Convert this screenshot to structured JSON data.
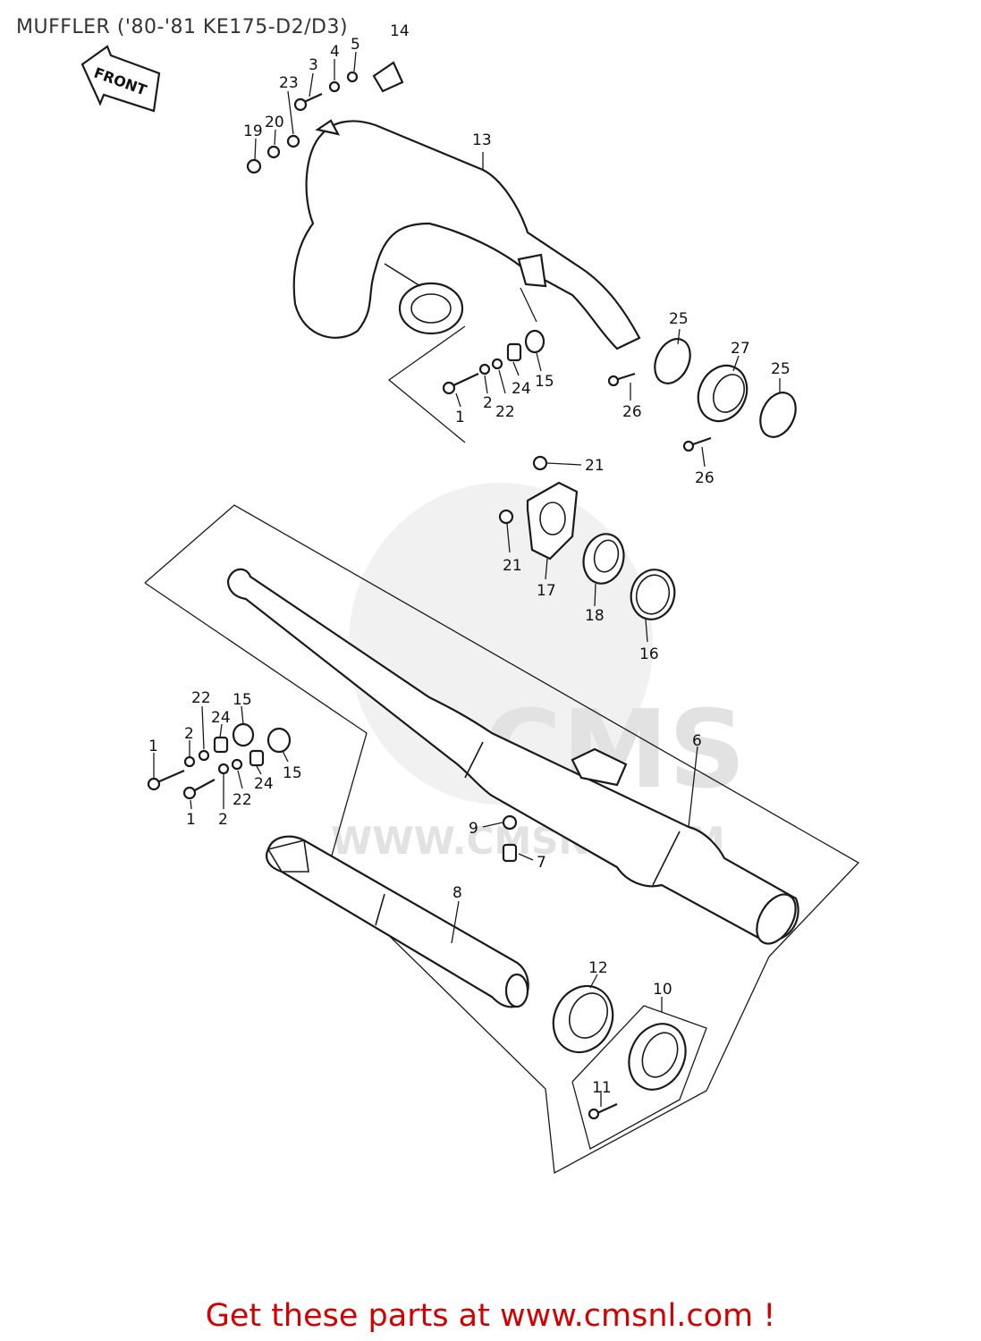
{
  "title": "MUFFLER ('80-'81 KE175-D2/D3)",
  "front_label": "FRONT",
  "watermark": {
    "brand": "CMS",
    "url": "WWW.CMSNL.COM"
  },
  "footer": "Get these parts at www.cmsnl.com !",
  "colors": {
    "footer_text": "#d40000",
    "line": "#1a1a1a",
    "watermark": "#e6e6e6"
  },
  "callouts": {
    "c1_a": "1",
    "c1_b": "1",
    "c1_c": "1",
    "c2_a": "2",
    "c2_b": "2",
    "c2_c": "2",
    "c3": "3",
    "c4": "4",
    "c5": "5",
    "c14": "14",
    "c6": "6",
    "c7": "7",
    "c8": "8",
    "c9": "9",
    "c10": "10",
    "c11": "11",
    "c12": "12",
    "c13": "13",
    "c15_a": "15",
    "c15_b": "15",
    "c15_c": "15",
    "c16": "16",
    "c17": "17",
    "c18": "18",
    "c19": "19",
    "c20": "20",
    "c21_a": "21",
    "c21_b": "21",
    "c22_a": "22",
    "c22_b": "22",
    "c22_c": "22",
    "c23": "23",
    "c24_a": "24",
    "c24_b": "24",
    "c24_c": "24",
    "c25_a": "25",
    "c25_b": "25",
    "c26_a": "26",
    "c26_b": "26",
    "c27": "27"
  }
}
